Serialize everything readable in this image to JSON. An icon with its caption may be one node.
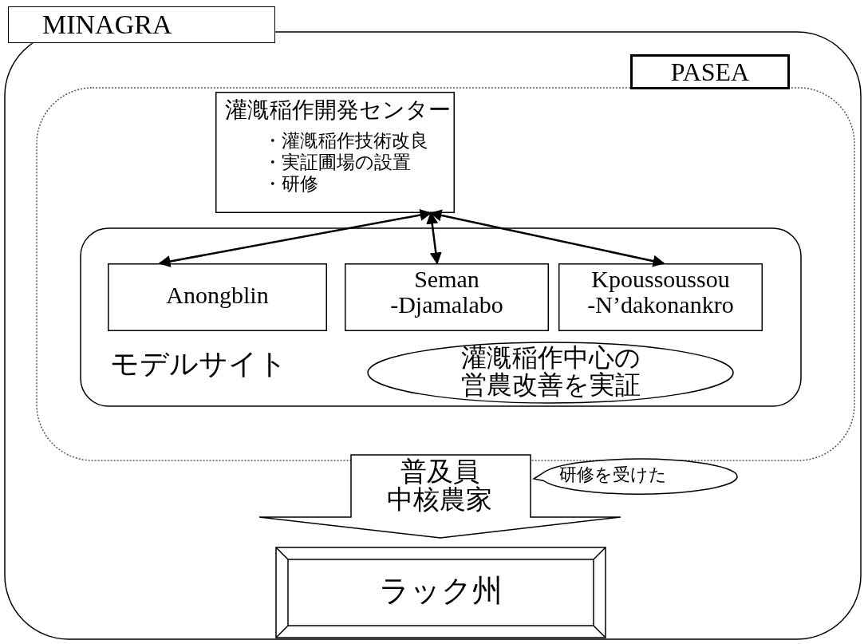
{
  "diagram": {
    "nodes": [
      {
        "text": [
          "MINAGRA"
        ]
      },
      {
        "text": [
          "PASEA"
        ],
        "in": 0
      },
      {
        "text": [
          "灌漑稲作開発センター",
          "・灌漑稲作技術改良",
          "・実証圃場の設置",
          "・研修"
        ],
        "in": 1
      },
      {
        "text": [
          "モデルサイト"
        ],
        "in": 1
      },
      {
        "text": [
          "Anongblin"
        ],
        "in": 3
      },
      {
        "text": [
          "Seman -Djamalabo"
        ],
        "in": 3
      },
      {
        "text": [
          "Kpoussoussou -N’dakonankro"
        ],
        "in": 3
      },
      {
        "text": [
          "灌漑稲作中心の営農改善を実証"
        ],
        "in": 3
      },
      {
        "text": [
          "研修を受けた"
        ],
        "in": 0
      },
      {
        "text": [
          "ラック州"
        ],
        "in": 0
      }
    ],
    "edges": [
      {
        "from": 2,
        "to": 4,
        "arrow": "both"
      },
      {
        "from": 2,
        "to": 5,
        "arrow": "both"
      },
      {
        "from": 2,
        "to": 6,
        "arrow": "both"
      },
      {
        "from": 1,
        "to": 9,
        "arrow": "to",
        "label": "普及員中核農家"
      }
    ]
  }
}
